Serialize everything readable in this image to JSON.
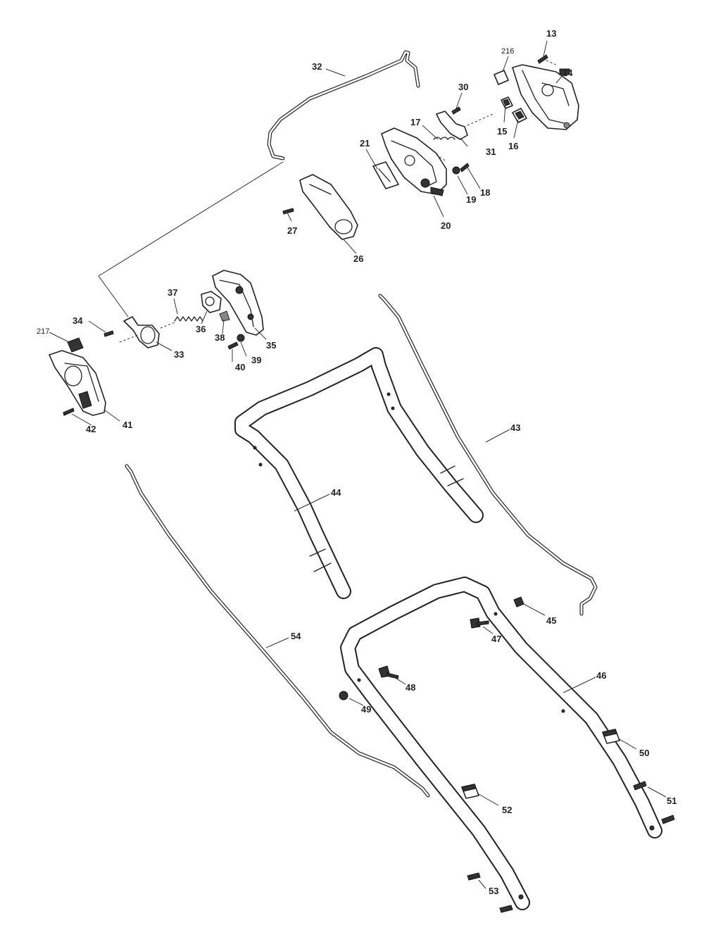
{
  "callouts": {
    "c13": "13",
    "c14": "14",
    "c15": "15",
    "c16": "16",
    "c17": "17",
    "c18": "18",
    "c19": "19",
    "c20": "20",
    "c21": "21",
    "c26": "26",
    "c27": "27",
    "c30": "30",
    "c31": "31",
    "c32": "32",
    "c33": "33",
    "c34": "34",
    "c35": "35",
    "c36": "36",
    "c37": "37",
    "c38": "38",
    "c39": "39",
    "c40": "40",
    "c41": "41",
    "c42": "42",
    "c43": "43",
    "c44": "44",
    "c45": "45",
    "c46": "46",
    "c47": "47",
    "c48": "48",
    "c49": "49",
    "c50": "50",
    "c51": "51",
    "c52": "52",
    "c53": "53",
    "c54": "54",
    "c216": "216",
    "c217": "217"
  }
}
